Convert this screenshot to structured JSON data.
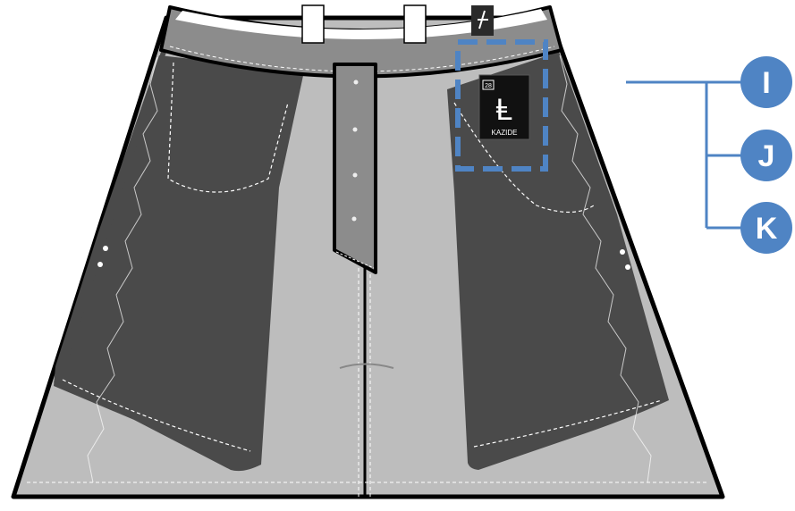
{
  "garment": {
    "label": {
      "size": "28",
      "brand": "KAZIDE",
      "logo_glyph": "Ⱡ"
    }
  },
  "callouts": [
    {
      "letter": "I"
    },
    {
      "letter": "J"
    },
    {
      "letter": "K"
    }
  ],
  "colors": {
    "outline": "#000000",
    "panel_dark": "#4a4a4a",
    "panel_light": "#bdbdbd",
    "waistband": "#8c8c8c",
    "highlight_box": "#4f84c4",
    "callout_fill": "#4f84c4",
    "callout_text": "#ffffff"
  }
}
